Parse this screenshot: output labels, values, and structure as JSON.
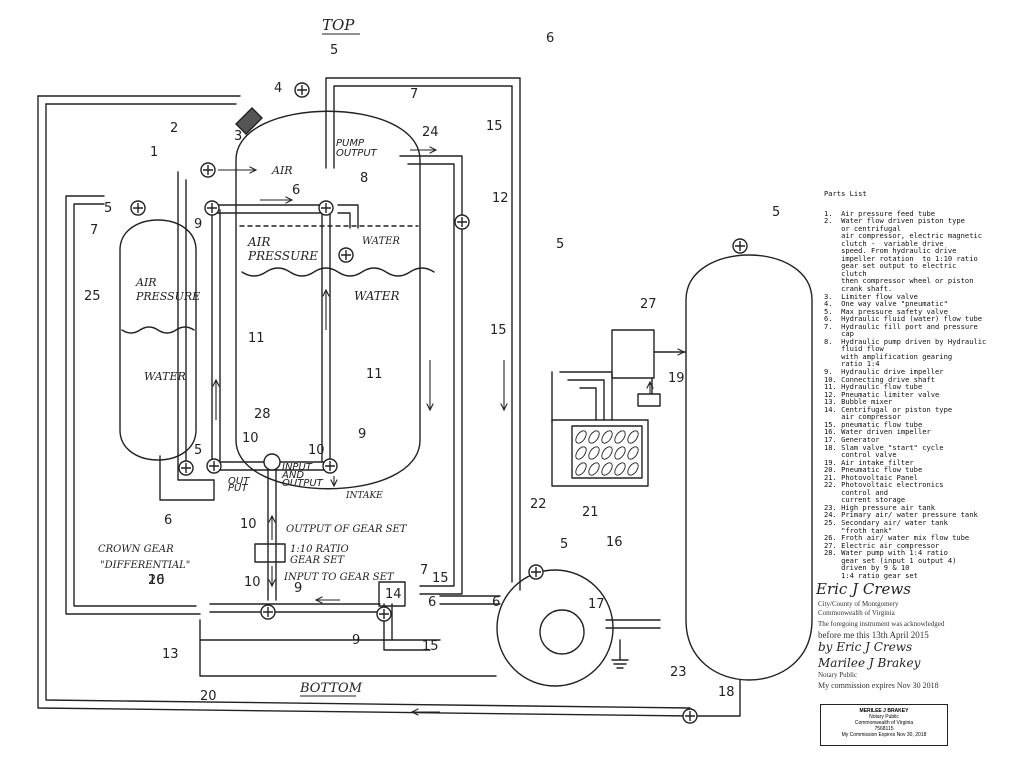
{
  "diagram": {
    "top_label": "TOP",
    "bottom_label": "BOTTOM",
    "labels": {
      "air": "AIR",
      "pump_output": "PUMP\nOUTPUT",
      "air_pressure_main": "AIR\nPRESSURE",
      "water_main": "WATER",
      "water_small": "WATER",
      "air_pressure_left": "AIR\nPRESSURE",
      "water_left": "WATER",
      "output_small": "OUT\nPUT",
      "input_and_output": "INPUT\nAND\nOUTPUT",
      "intake": "INTAKE",
      "output_of_gear_set": "OUTPUT OF GEAR SET",
      "ratio_gear_set": "1:10 RATIO\nGEAR SET",
      "input_to_gear_set": "INPUT TO GEAR SET",
      "crown_gear": "CROWN GEAR",
      "differential": "\"DIFFERENTIAL\"",
      "gen_label": "14"
    },
    "numbers": [
      "1",
      "2",
      "3",
      "4",
      "5",
      "6",
      "7",
      "8",
      "9",
      "10",
      "11",
      "12",
      "13",
      "14",
      "15",
      "16",
      "17",
      "18",
      "19",
      "20",
      "21",
      "22",
      "23",
      "24",
      "25",
      "26",
      "27",
      "28"
    ]
  },
  "parts_list": {
    "title": "Parts List",
    "items": [
      "1.  Air pressure feed tube",
      "2.  Water flow driven piston type",
      "    or centrifugal",
      "    air compressor, electric magnetic",
      "    clutch -  variable drive",
      "    speed. From hydraulic drive",
      "    impeller rotation  to 1:10 ratio",
      "    gear set output to electric",
      "    clutch",
      "    then compressor wheel or piston",
      "    crank shaft.",
      "3.  Limiter flow valve",
      "4.  One way valve \"pneumatic\"",
      "5.  Max pressure safety valve",
      "6.  Hydraulic fluid (water) flow tube",
      "7.  Hydraulic fill port and pressure",
      "    cap",
      "8.  Hydraulic pump driven by Hydraulic",
      "    fluid flow",
      "    with amplification gearing",
      "    ratio 1:4",
      "9.  Hydraulic drive impeller",
      "10. Connecting drive shaft",
      "11. Hydraulic flow tube",
      "12. Pneumatic limiter valve",
      "13. Bubble mixer",
      "14. Centrifugal or piston type",
      "    air compressor",
      "15. pneumatic flow tube",
      "16. Water driven impeller",
      "17. Generator",
      "18. Slam valve \"start\" cycle",
      "    control valve",
      "19. Air intake filter",
      "20. Pneumatic flow tube",
      "21. Photovoltaic Panel",
      "22. Photovoltaic electronics",
      "    control and",
      "    current storage",
      "23. High pressure air tank",
      "24. Primary air/ water pressure tank",
      "25. Secondary air/ water tank",
      "    \"froth tank\"",
      "26. Froth air/ water mix flow tube",
      "27. Electric air compressor",
      "28. Water pump with 1:4 ratio",
      "    gear set (input 1 output 4)",
      "    driven by 9 & 10",
      "    1:4 ratio gear set"
    ]
  },
  "notary": {
    "signature1": "Eric J Crews",
    "county_line": "City/County of Montgomery",
    "commonwealth": "Commonwealth of Virginia",
    "ack_line": "The foregoing instrument was acknowledged",
    "before_me": "before me this  13th  April   2015",
    "by_line": "by  Eric J Crews",
    "signature2": "Marilee J Brakey",
    "notary_public": "Notary Public",
    "commission": "My commission expires  Nov 30 2018",
    "stamp_lines": [
      "MERILEE J BRAKEY",
      "Notary Public",
      "Commonwealth of Virginia",
      "7568115",
      "My Commission Expires Nov 30, 2018"
    ]
  }
}
